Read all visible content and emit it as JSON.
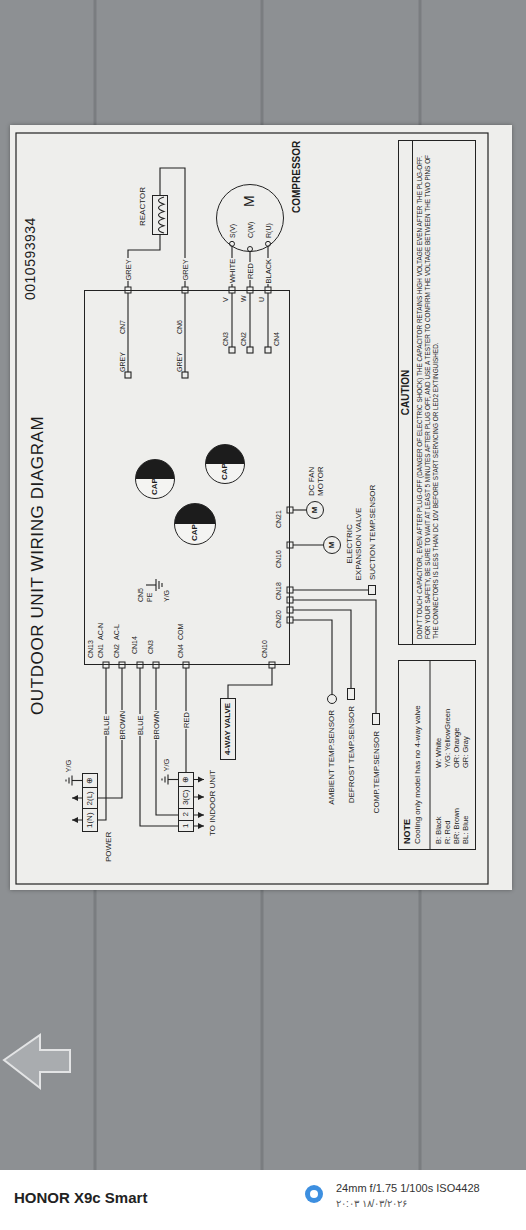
{
  "diagram": {
    "title": "OUTDOOR UNIT WIRING DIAGRAM",
    "nodes": [
      {
        "text": [
          "CN13",
          "CN1",
          "AC-N",
          "CN2",
          "AC-L",
          "CN14",
          "CN5",
          "PE",
          "CN3",
          "Y/G",
          "CN4",
          "COM",
          "CN10",
          "CN20",
          "CN18",
          "CN16",
          "CN21",
          "CN7",
          "CN6",
          "GREY",
          "GREY",
          "CN3",
          "V",
          "CN2",
          "W",
          "U",
          "CN4"
        ]
      },
      {
        "text": [
          "CAP"
        ],
        "in": 0
      },
      {
        "text": [
          "CAP"
        ],
        "in": 0
      },
      {
        "text": [
          "CAP"
        ],
        "in": 0
      },
      {
        "text": [
          "1(N)",
          "2(L)",
          "⊕",
          "POWER"
        ]
      },
      {
        "text": [
          "1",
          "2",
          "3(C)",
          "⊕",
          "TO INDOOR UNIT"
        ]
      },
      {
        "text": [
          "4-WAY VALVE"
        ]
      },
      {
        "text": [
          "AMBIENT TEMP.SENSOR"
        ]
      },
      {
        "text": [
          "DEFROST TEMP.SENSOR"
        ]
      },
      {
        "text": [
          "COMP.TEMP.SENSOR"
        ]
      },
      {
        "text": [
          "M",
          "DC FAN MOTOR"
        ]
      },
      {
        "text": [
          "M",
          "ELECTRIC EXPANSION VALVE"
        ]
      },
      {
        "text": [
          "SUCTION TEMP.SENSOR"
        ]
      },
      {
        "text": [
          "REACTOR"
        ]
      },
      {
        "text": [
          "S(V)",
          "C(W)",
          "R(U)",
          "M",
          "COMPRESSOR"
        ]
      },
      {
        "text": [
          "NOTE",
          "Cooling only model has no 4-way valve"
        ]
      },
      {
        "text": [
          "CAUTION",
          "DON'T TOUCH CAPACITOR, EVEN AFTER PLUG-OFF (DANGER OF ELECTRIC SHOCK) THE CAPACITOR RETAINS HIGH VOLTAGE EVEN AFTER THE PLUG-OFF. FOR YOUR SAFETY, BE SURE TO WAIT AT LEAST 5 MINUTES AFTER PLUG OFF, AND USE A TESTER TO CONFIRM THE VOLTAGE BETWEEN THE TWO PINS OF THE CONNECTORS IS LESS THAN DC 10V BEFORE START SERVICING OR LED2 EXTINGUISHED."
        ]
      }
    ],
    "edges": [
      {
        "from": 4,
        "to": 0,
        "arrow": "none",
        "label": "BLUE"
      },
      {
        "from": 4,
        "to": 0,
        "arrow": "none",
        "label": "BROWN"
      },
      {
        "from": 5,
        "to": 0,
        "arrow": "none",
        "label": "BLUE"
      },
      {
        "from": 5,
        "to": 0,
        "arrow": "none",
        "label": "BROWN"
      },
      {
        "from": 5,
        "to": 0,
        "arrow": "none",
        "label": "RED"
      },
      {
        "from": 0,
        "to": 6,
        "arrow": "none"
      },
      {
        "from": 7,
        "to": 0,
        "arrow": "none"
      },
      {
        "from": 8,
        "to": 0,
        "arrow": "none"
      },
      {
        "from": 9,
        "to": 0,
        "arrow": "none"
      },
      {
        "from": 0,
        "to": 12,
        "arrow": "none"
      },
      {
        "from": 0,
        "to": 11,
        "arrow": "none"
      },
      {
        "from": 0,
        "to": 10,
        "arrow": "none"
      },
      {
        "from": 0,
        "to": 13,
        "arrow": "none",
        "label": "GREY"
      },
      {
        "from": 0,
        "to": 13,
        "arrow": "none",
        "label": "GREY"
      },
      {
        "from": 0,
        "to": 14,
        "arrow": "none",
        "label": "WHITE"
      },
      {
        "from": 0,
        "to": 14,
        "arrow": "none",
        "label": "RED"
      },
      {
        "from": 0,
        "to": 14,
        "arrow": "none",
        "label": "BLACK"
      }
    ],
    "labels": [
      "0010593934",
      "Y/G",
      "Y/G",
      "B: Black",
      "W: White",
      "R: Red",
      "Y/G: YellowGreen",
      "BR: Brown",
      "OR: Orange",
      "BL: Blue",
      "GR: Gray",
      "HONOR X9c Smart",
      "24mm f/1.75 1/100s ISO4428",
      "۲۰:۰۳ ۱۸/۰۳/۲۰۲۶"
    ]
  }
}
